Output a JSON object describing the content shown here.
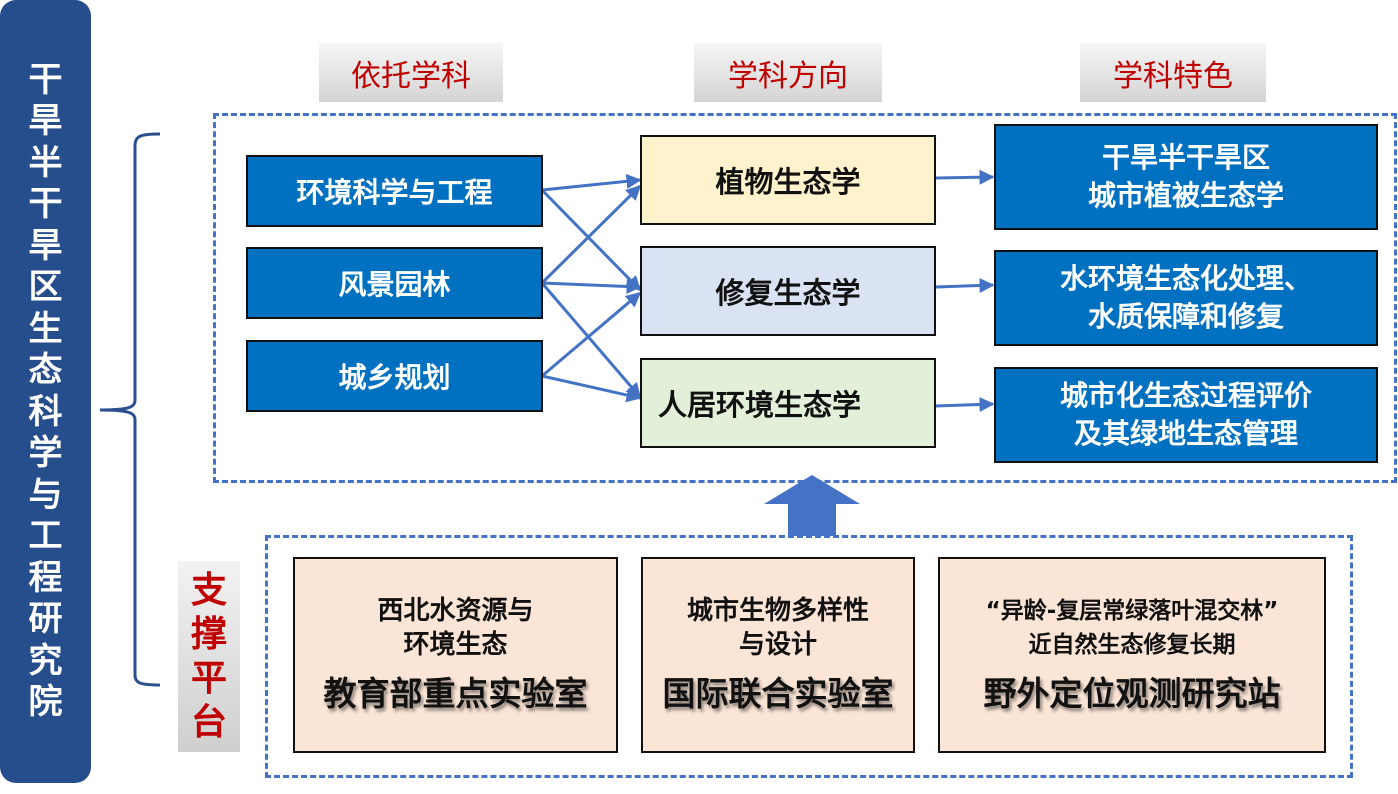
{
  "sidebar": {
    "title_chars": [
      "干",
      "旱",
      "半",
      "干",
      "旱",
      "区",
      "生",
      "态",
      "科",
      "学",
      "与",
      "工",
      "程",
      "研",
      "究",
      "院"
    ]
  },
  "headers": {
    "source": "依托学科",
    "direction": "学科方向",
    "feature": "学科特色"
  },
  "source_disciplines": [
    {
      "label": "环境科学与工程"
    },
    {
      "label": "风景园林"
    },
    {
      "label": "城乡规划"
    }
  ],
  "directions": [
    {
      "label": "植物生态学",
      "color": "#fff2cc"
    },
    {
      "label": "修复生态学",
      "color": "#dae3f3"
    },
    {
      "label": "人居环境生态学",
      "color": "#e2f0d9"
    }
  ],
  "features": [
    {
      "line1": "干旱半干旱区",
      "line2": "城市植被生态学"
    },
    {
      "line1": "水环境生态化处理、",
      "line2": "水质保障和修复"
    },
    {
      "line1": "城市化生态过程评价",
      "line2": "及其绿地生态管理"
    }
  ],
  "support": {
    "label_chars": [
      "支",
      "撑",
      "平",
      "台"
    ],
    "labs": [
      {
        "line1": "西北水资源与",
        "line1b": "环境生态",
        "line2": "教育部重点实验室"
      },
      {
        "line1": "城市生物多样性",
        "line1b": "与设计",
        "line2": "国际联合实验室"
      },
      {
        "line1": "“异龄-复层常绿落叶混交林”",
        "line1b": "近自然生态修复长期",
        "line2": "野外定位观测研究站"
      }
    ]
  },
  "colors": {
    "sidebar": "#264e8c",
    "header_text": "#c00000",
    "box_blue": "#0070c0",
    "connector": "#4472c4",
    "lab_fill": "#fbe5d6"
  }
}
